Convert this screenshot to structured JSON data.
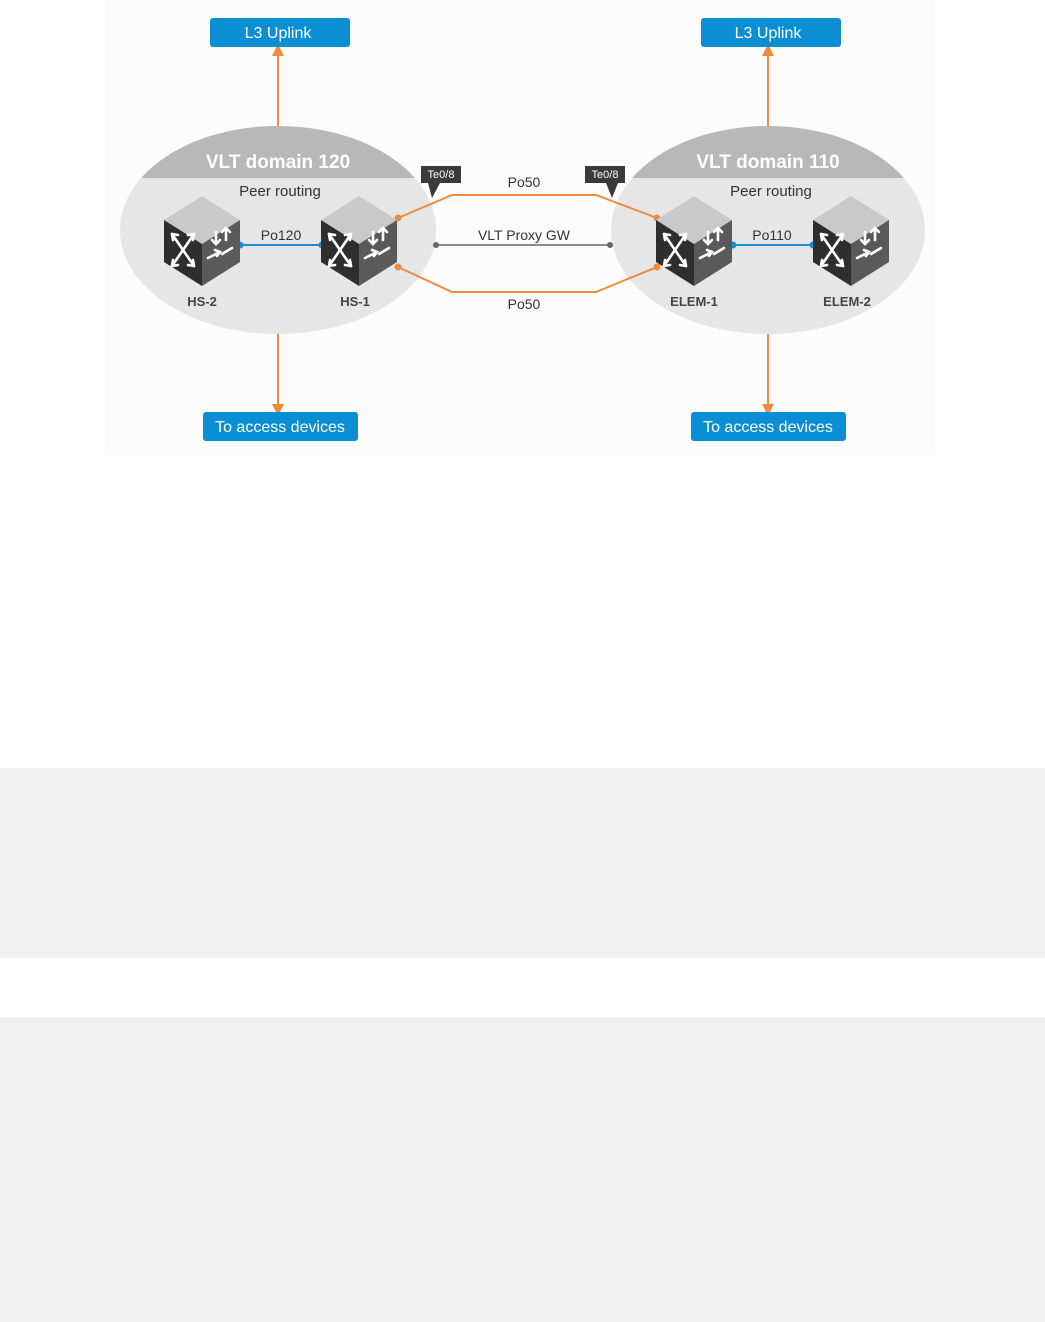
{
  "colors": {
    "link_orange": "#f08a3c",
    "link_blue": "#1a8ed6",
    "button_blue": "#0b8fd4",
    "domain_ellipse": "#e6e6e6",
    "domain_cap": "#b8b8b8",
    "proxy_line": "#666666"
  },
  "icons": [
    "switch-icon"
  ],
  "domain_left": {
    "title": "VLT domain 120",
    "subtitle": "Peer routing",
    "lag_label": "Po120",
    "switch_a": "HS-2",
    "switch_b": "HS-1",
    "uplink": "L3 Uplink",
    "access": "To access devices"
  },
  "domain_right": {
    "title": "VLT domain 110",
    "subtitle": "Peer routing",
    "lag_label": "Po110",
    "switch_a": "ELEM-1",
    "switch_b": "ELEM-2",
    "uplink": "L3 Uplink",
    "access": "To access devices"
  },
  "interconnect": {
    "port_left": "Te0/8",
    "port_right": "Te0/8",
    "top_lag": "Po50",
    "bottom_lag": "Po50",
    "proxy": "VLT Proxy GW"
  }
}
